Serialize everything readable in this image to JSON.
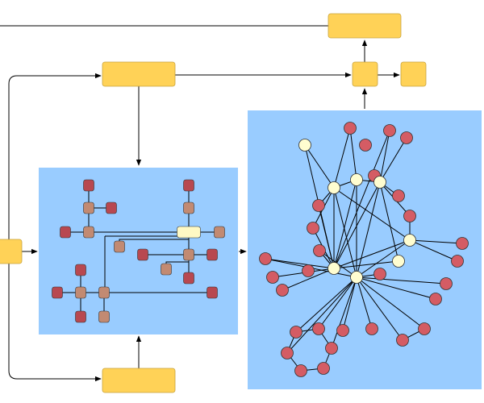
{
  "diagram": {
    "description_free": true,
    "colors": {
      "process_box": "#ffd257",
      "panel": "#99ccff",
      "square_brown": "#c28a72",
      "square_dark_red": "#b84850",
      "square_highlight": "#fff9c4",
      "circle_red": "#d45c64",
      "circle_light": "#fffdd0",
      "line": "#000000"
    },
    "icons": {
      "process_box": "rounded-rectangle",
      "hierarchy_node": "rounded-square",
      "network_node": "circle"
    },
    "left_tree_nodes": [
      {
        "id": "t1",
        "kind": "dark_red"
      },
      {
        "id": "t2",
        "kind": "brown"
      },
      {
        "id": "t3",
        "kind": "dark_red"
      },
      {
        "id": "t4",
        "kind": "dark_red"
      },
      {
        "id": "t5",
        "kind": "brown"
      },
      {
        "id": "t6",
        "kind": "brown"
      },
      {
        "id": "t7",
        "kind": "dark_red"
      },
      {
        "id": "t8",
        "kind": "brown"
      },
      {
        "id": "t9",
        "kind": "highlight"
      },
      {
        "id": "t10",
        "kind": "brown"
      },
      {
        "id": "t11",
        "kind": "brown"
      },
      {
        "id": "t12",
        "kind": "dark_red"
      },
      {
        "id": "t13",
        "kind": "brown"
      },
      {
        "id": "t14",
        "kind": "dark_red"
      },
      {
        "id": "t15",
        "kind": "dark_red"
      },
      {
        "id": "t16",
        "kind": "dark_red"
      },
      {
        "id": "t17",
        "kind": "dark_red"
      },
      {
        "id": "t18",
        "kind": "brown"
      },
      {
        "id": "t19",
        "kind": "brown"
      },
      {
        "id": "t20",
        "kind": "dark_red"
      },
      {
        "id": "t21",
        "kind": "brown"
      },
      {
        "id": "t22",
        "kind": "dark_red"
      }
    ],
    "network_node_counts": {
      "red": 29,
      "light": 8
    }
  }
}
